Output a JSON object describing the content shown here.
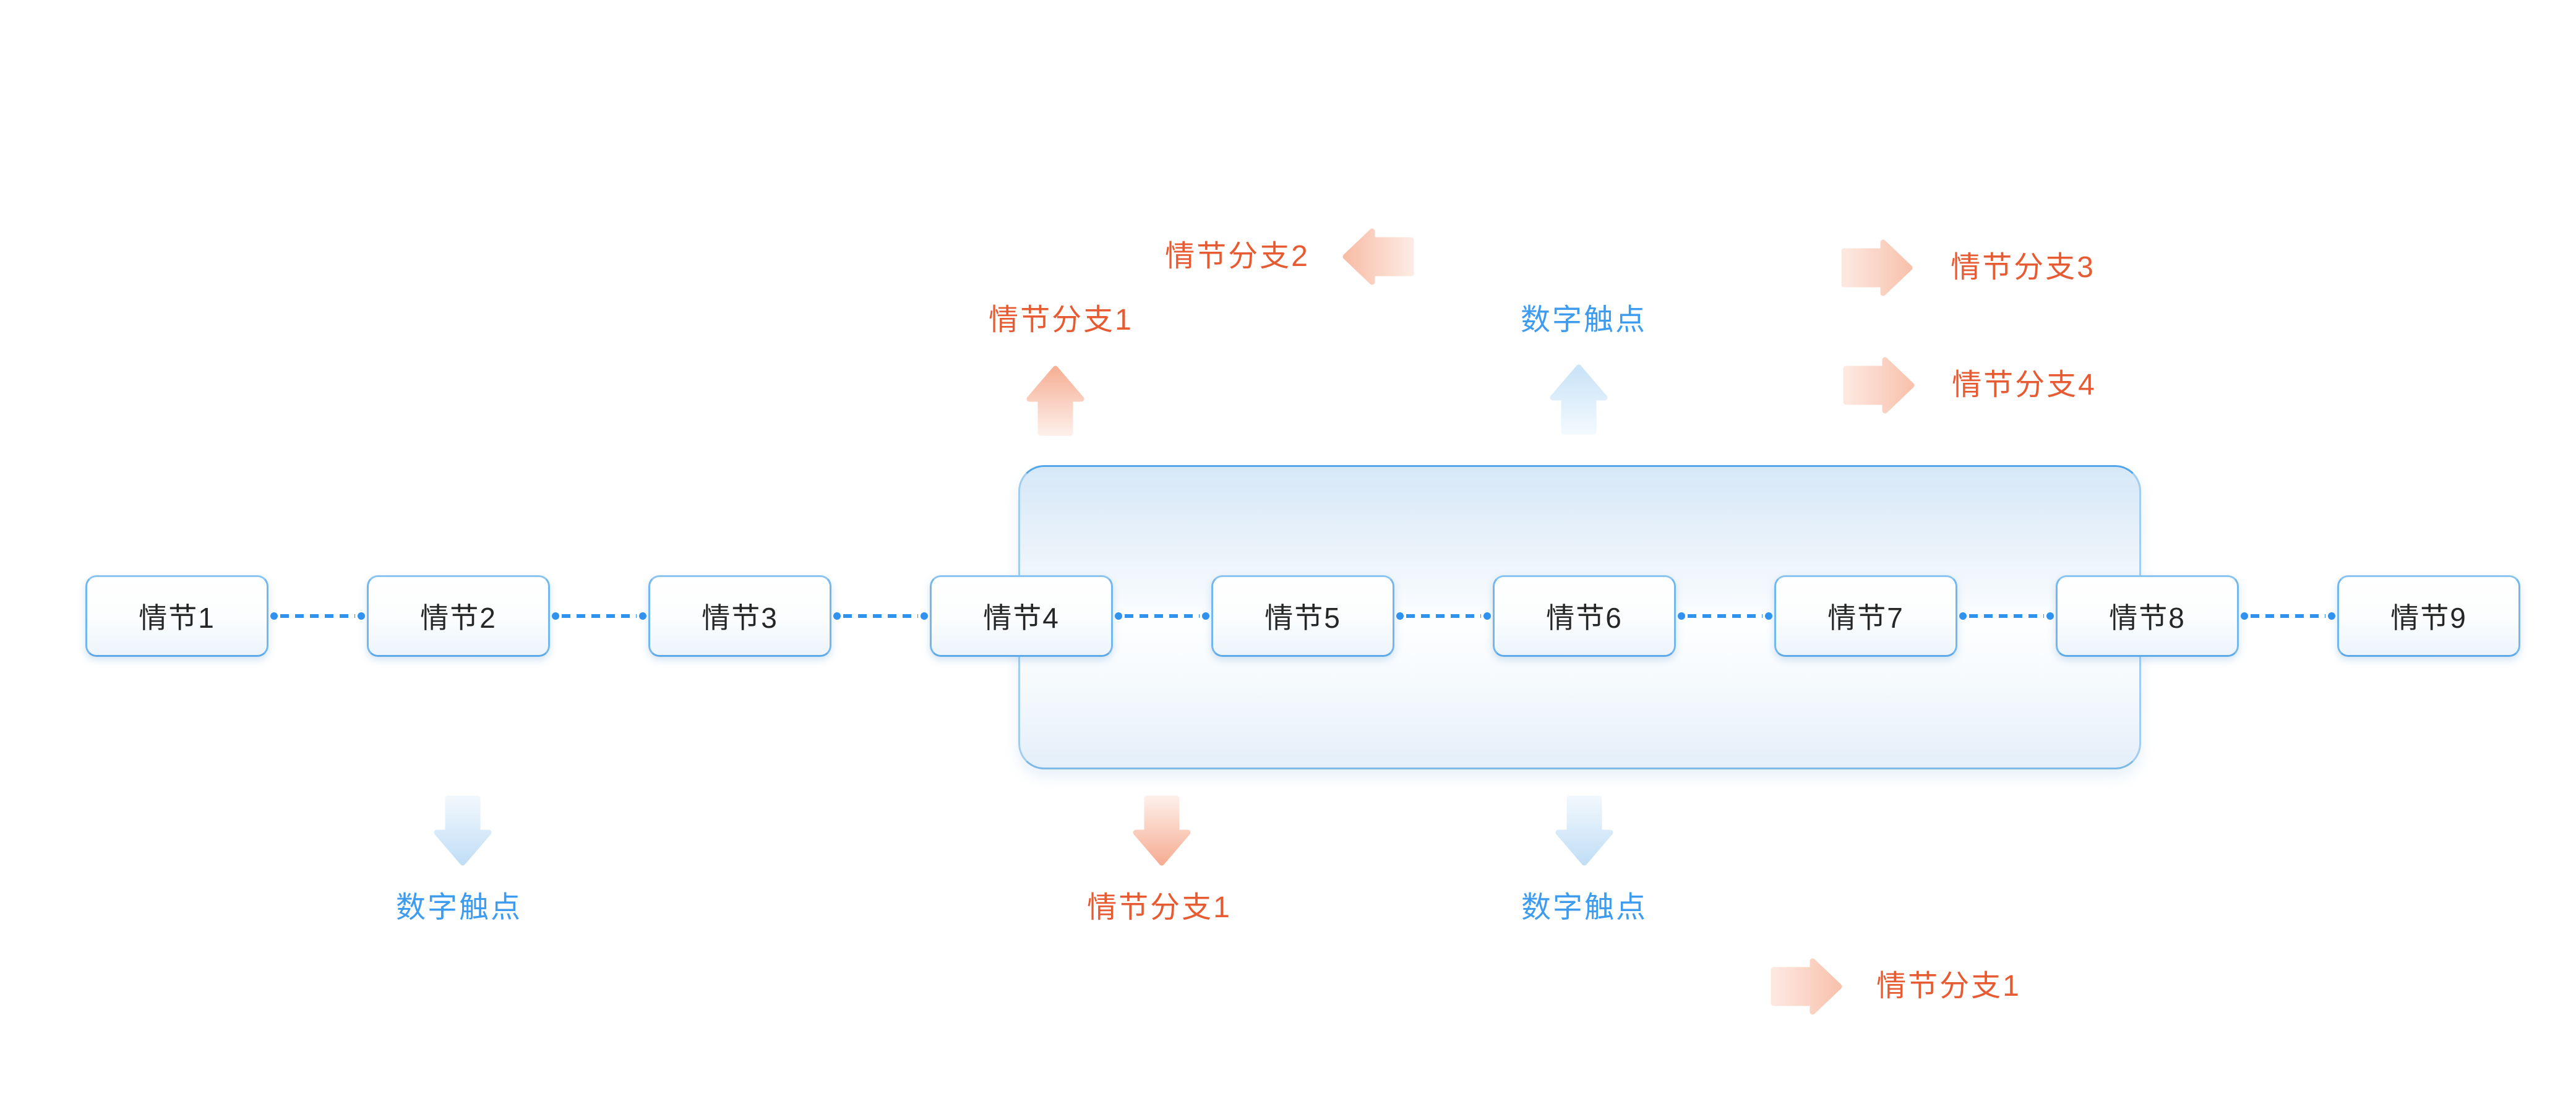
{
  "page": {
    "background": "#ffffff"
  },
  "flow": {
    "nodes": [
      {
        "label": "情节1"
      },
      {
        "label": "情节2"
      },
      {
        "label": "情节3"
      },
      {
        "label": "情节4"
      },
      {
        "label": "情节5"
      },
      {
        "label": "情节6"
      },
      {
        "label": "情节7"
      },
      {
        "label": "情节8"
      },
      {
        "label": "情节9"
      }
    ]
  },
  "decorations": {
    "top_branch1": {
      "label": "情节分支1"
    },
    "top_branch2": {
      "label": "情节分支2"
    },
    "top_touchpoint": {
      "label": "数字触点"
    },
    "right_branch3": {
      "label": "情节分支3"
    },
    "right_branch4": {
      "label": "情节分支4"
    },
    "bottom_touchpoint_left": {
      "label": "数字触点"
    },
    "bottom_branch1": {
      "label": "情节分支1"
    },
    "bottom_touchpoint_mid": {
      "label": "数字触点"
    },
    "bottom_right_branch1": {
      "label": "情节分支1"
    }
  },
  "colors": {
    "orange": "#E75B33",
    "blue": "#3E9CF0",
    "connector": "#2F92EF",
    "node_border": "#68B1EA"
  }
}
